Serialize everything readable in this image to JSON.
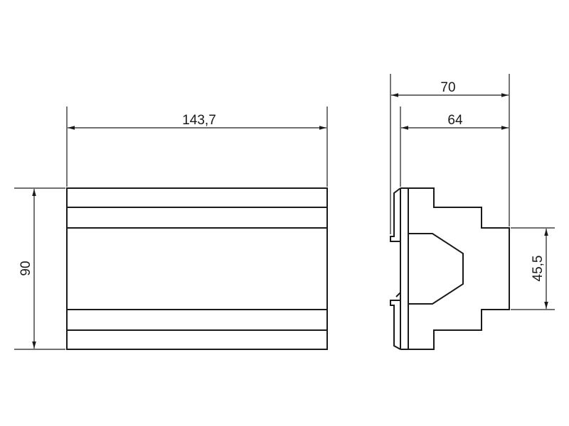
{
  "dimensions": {
    "front_width": "143,7",
    "front_height": "90",
    "side_depth_total": "70",
    "side_depth_body": "64",
    "side_front_height": "45,5"
  },
  "colors": {
    "line": "#1a1a1a",
    "background": "#ffffff"
  }
}
